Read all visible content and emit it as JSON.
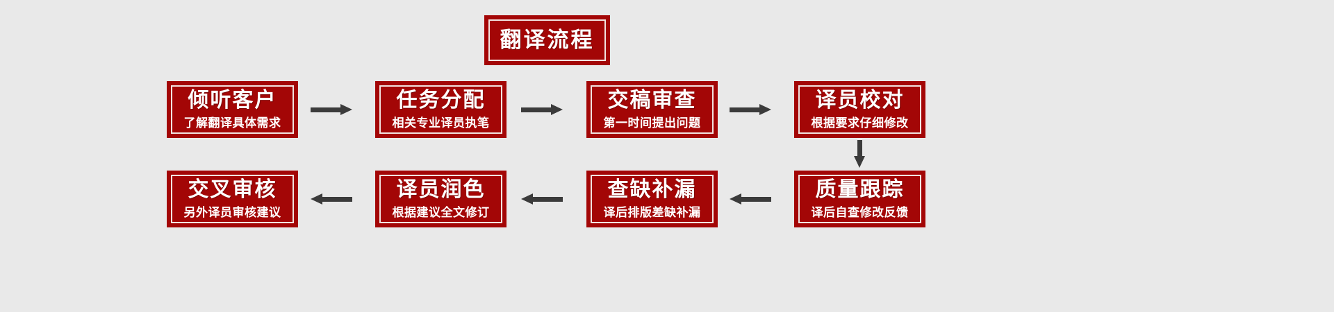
{
  "meta": {
    "chart_title": "翻译流程",
    "background_color": "#e9e9e9",
    "node_fill_color": "#a30606",
    "node_border_color": "#a30606",
    "node_inner_border_color": "#f2e3e0",
    "node_text_color": "#ffffff",
    "arrow_color": "#3b3b3b"
  },
  "title_box": {
    "label": "翻译流程"
  },
  "row1": [
    {
      "id": "step-1",
      "title": "倾听客户",
      "subtitle": "了解翻译具体需求"
    },
    {
      "id": "step-2",
      "title": "任务分配",
      "subtitle": "相关专业译员执笔"
    },
    {
      "id": "step-3",
      "title": "交稿审查",
      "subtitle": "第一时间提出问题"
    },
    {
      "id": "step-4",
      "title": "译员校对",
      "subtitle": "根据要求仔细修改"
    }
  ],
  "row2": [
    {
      "id": "step-8",
      "title": "交叉审核",
      "subtitle": "另外译员审核建议"
    },
    {
      "id": "step-7",
      "title": "译员润色",
      "subtitle": "根据建议全文修订"
    },
    {
      "id": "step-6",
      "title": "查缺补漏",
      "subtitle": "译后排版差缺补漏"
    },
    {
      "id": "step-5",
      "title": "质量跟踪",
      "subtitle": "译后自查修改反馈"
    }
  ],
  "arrows": [
    {
      "id": "arrow-1-2",
      "direction": "right",
      "from": "倾听客户",
      "to": "任务分配"
    },
    {
      "id": "arrow-2-3",
      "direction": "right",
      "from": "任务分配",
      "to": "交稿审查"
    },
    {
      "id": "arrow-3-4",
      "direction": "right",
      "from": "交稿审查",
      "to": "译员校对"
    },
    {
      "id": "arrow-4-5",
      "direction": "down",
      "from": "译员校对",
      "to": "质量跟踪"
    },
    {
      "id": "arrow-6-5",
      "direction": "left",
      "from": "质量跟踪",
      "to": "查缺补漏"
    },
    {
      "id": "arrow-7-6",
      "direction": "left",
      "from": "查缺补漏",
      "to": "译员润色"
    },
    {
      "id": "arrow-8-7",
      "direction": "left",
      "from": "译员润色",
      "to": "交叉审核"
    }
  ]
}
